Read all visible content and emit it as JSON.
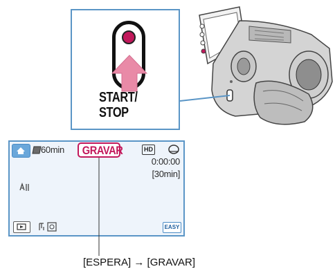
{
  "button": {
    "label_line1": "START/",
    "label_line2": "STOP"
  },
  "lcd": {
    "battery_time": "60min",
    "status_label": "GRAVAR",
    "time_counter": "0:00:00",
    "remaining_time": "[30min]",
    "hd_badge": "HD",
    "easy_button": "EASY"
  },
  "caption": "[ESPERA] → [GRAVAR]",
  "colors": {
    "frame_blue": "#5a95c6",
    "rec_magenta": "#c2185b",
    "arrow_pink": "#e98aa7"
  },
  "icons": [
    "home-icon",
    "play-icon",
    "media-disc-icon",
    "battery-icon",
    "steadyshot-icon",
    "face-detect-icon"
  ]
}
